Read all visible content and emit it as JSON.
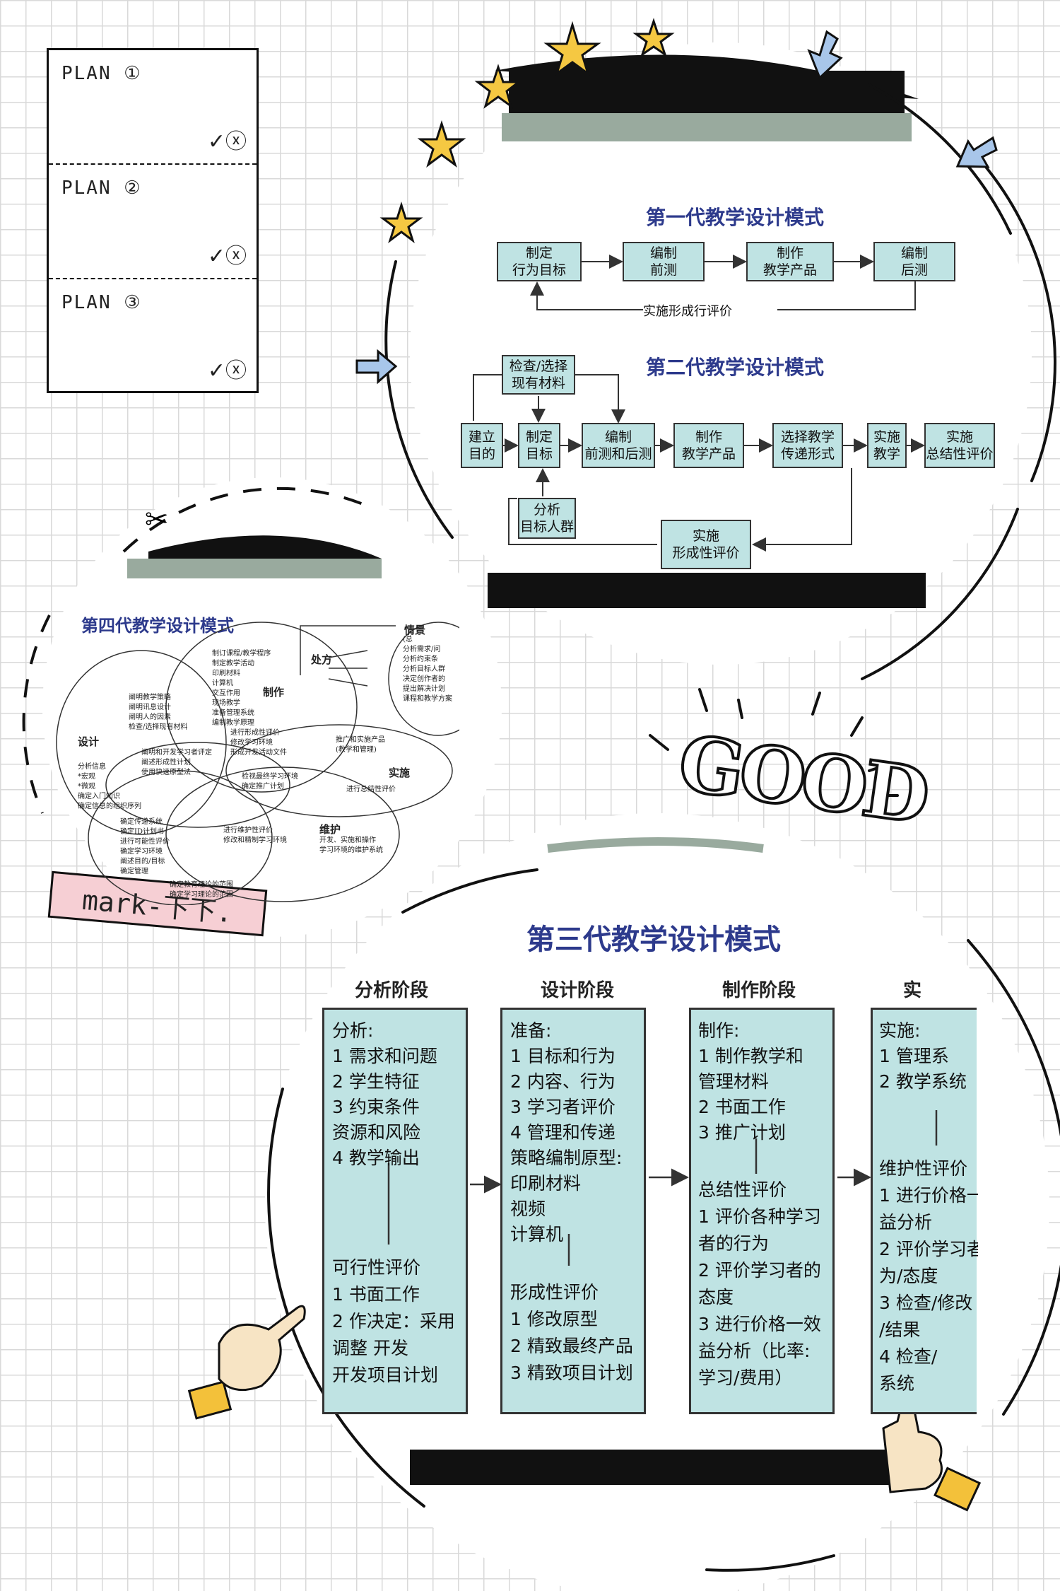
{
  "plan_card": {
    "sections": [
      {
        "title": "PLAN ①",
        "marks": "✓ⓧ"
      },
      {
        "title": "PLAN ②",
        "marks": "✓ⓧ"
      },
      {
        "title": "PLAN ③",
        "marks": "✓ⓧ"
      }
    ]
  },
  "stickers": {
    "good": "GOOD",
    "mark": "mark-下下."
  },
  "gen1": {
    "title": "第一代教学设计模式",
    "boxes": [
      "制定\n行为目标",
      "编制\n前测",
      "制作\n教学产品",
      "编制\n后测"
    ],
    "feedback": "实施形成行评价"
  },
  "gen2": {
    "title": "第二代教学设计模式",
    "boxes": {
      "check": "检查/选择\n现有材料",
      "build": "建立\n目的",
      "set": "制定\n目标",
      "compile": "编制\n前测和后测",
      "produce": "制作\n教学产品",
      "choose": "选择教学\n传递形式",
      "teach": "实施\n教学",
      "summative": "实施\n总结性评价",
      "analyze": "分析\n目标人群",
      "formative": "实施\n形成性评价"
    }
  },
  "gen4": {
    "title": "第四代教学设计模式",
    "labels": {
      "design": "设计",
      "make": "制作",
      "implement": "实施",
      "maintain": "维护",
      "prescribe": "处方",
      "situation": "情景"
    },
    "texts": {
      "make_list": [
        "制订课程/教学程序",
        "制定教学活动",
        "印刷材料",
        "计算机",
        "交互作用",
        "现场教学",
        "准备管理系统",
        "编制教学原理"
      ],
      "design_list": [
        "分析信息",
        "*宏观",
        "*微观",
        "确定入门知识",
        "确定信息的组织序列"
      ],
      "strategy": [
        "阐明教学策略",
        "阐明讯息设计",
        "阐明人的因素",
        "检查/选择现有材料"
      ],
      "formative": [
        "阐明和开发学习者评定",
        "阐述形成性计划",
        "使用快速原型法"
      ],
      "mid": [
        "进行形成性评价",
        "修改学习环境",
        "形成开发活动文件"
      ],
      "promote": [
        "推广和实施产品",
        "(教学和管理)"
      ],
      "env": [
        "检视最终学习环境",
        "确定推广计划"
      ],
      "summ": [
        "进行总结性评价"
      ],
      "maint_eval": [
        "进行维护性评价",
        "修改和精制学习环境"
      ],
      "maint": [
        "开发、实施和操作",
        "学习环境的维护系统"
      ],
      "deliver": [
        "确定传递系统",
        "确定ID计划书",
        "进行可能性评价",
        "确定学习环境",
        "阐述目的/目标",
        "确定管理"
      ],
      "bottom": [
        "确定教育理论的范围",
        "确定学习理论的范围"
      ],
      "situation_list": [
        "(总",
        "分析需求/问",
        "分析约束条",
        "分析目标人群",
        "决定创作者的",
        "提出解决计划",
        "课程和教学方案"
      ]
    }
  },
  "gen3": {
    "title": "第三代教学设计模式",
    "stages": [
      "分析阶段",
      "设计阶段",
      "制作阶段",
      "实"
    ],
    "columns": [
      [
        "分析:",
        "1 需求和问题",
        "2 学生特征",
        "3 约束条件",
        "  资源和风险",
        "4 教学输出",
        "",
        "",
        "",
        "可行性评价",
        "1 书面工作",
        "2 作决定：采用",
        "调整 开发",
        "  开发项目计划"
      ],
      [
        "准备:",
        " 1 目标和行为",
        " 2 内容、行为",
        " 3 学习者评价",
        " 4 管理和传递",
        "策略编制原型:",
        "  印刷材料",
        "  视频",
        "  计算机",
        "",
        "形成性评价",
        " 1 修改原型",
        " 2 精致最终产品",
        " 3 精致项目计划"
      ],
      [
        "制作:",
        " 1 制作教学和",
        "  管理材料",
        " 2 书面工作",
        " 3 推广计划",
        "",
        "总结性评价",
        "1 评价各种学习",
        "  者的行为",
        "2 评价学习者的",
        "  态度",
        "3 进行价格一效",
        "  益分析（比率:",
        "  学习/费用）"
      ],
      [
        "实施:",
        " 1 管理系",
        " 2 教学系统",
        "",
        "",
        "维护性评价",
        "1 进行价格一",
        "  益分析",
        "2 评价学习者",
        "  为/态度",
        "3 检查/修改",
        "  /结果",
        "4 检查/",
        "  系统"
      ]
    ]
  }
}
